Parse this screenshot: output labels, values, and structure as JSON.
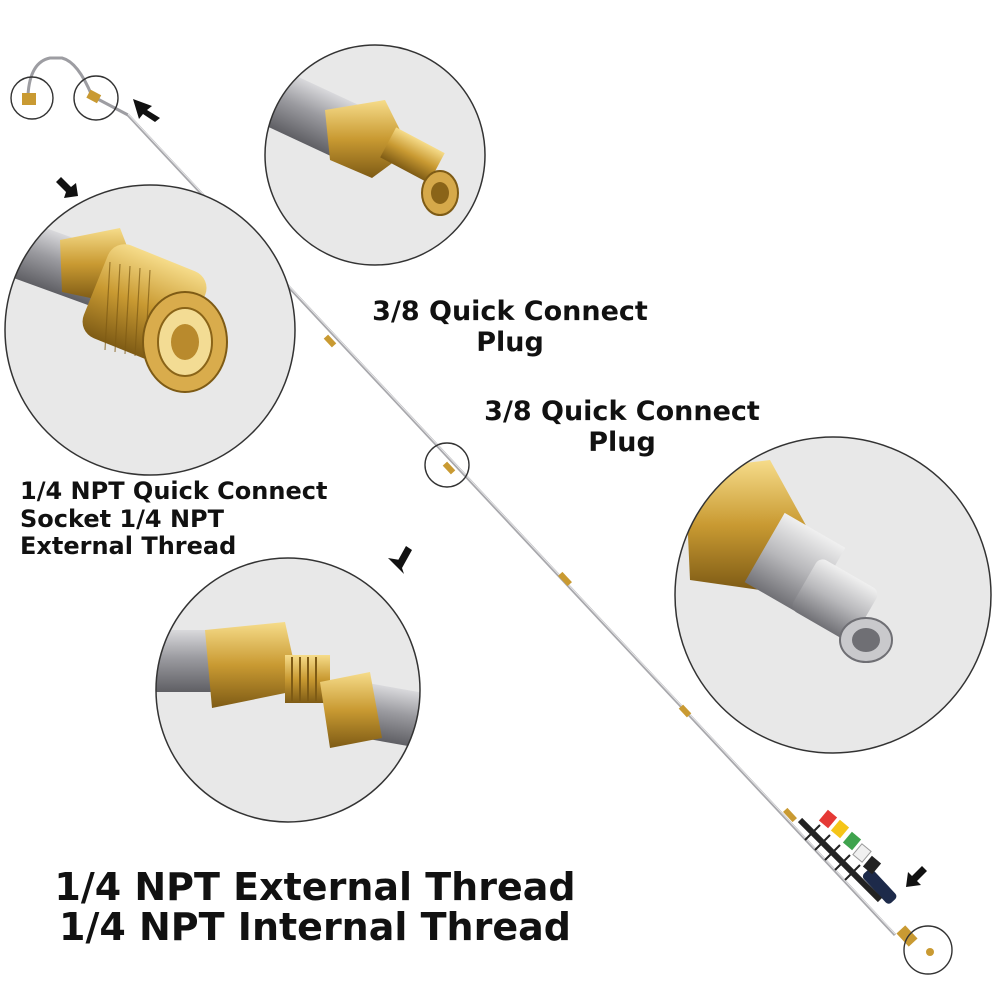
{
  "labels": {
    "plug_top": [
      "3/8 Quick Connect",
      "Plug"
    ],
    "plug_mid": [
      "3/8 Quick Connect",
      "Plug"
    ],
    "socket": [
      "1/4 NPT Quick Connect",
      "Socket 1/4 NPT",
      "External Thread"
    ],
    "bottom": [
      "1/4 NPT External Thread",
      "1/4 NPT Internal Thread"
    ]
  },
  "colors": {
    "brass": "#c99a32",
    "brass_light": "#f2d27a",
    "steel": "#a9a9ad",
    "steel_dark": "#6f6f74",
    "background_circle": "#e7e7e7",
    "nozzle_colors": [
      "#e53935",
      "#f5c518",
      "#3fa34d",
      "#ffffff",
      "#111111"
    ]
  },
  "icons": [
    "arrow-icon",
    "arrow-icon",
    "arrow-icon",
    "arrow-icon"
  ]
}
